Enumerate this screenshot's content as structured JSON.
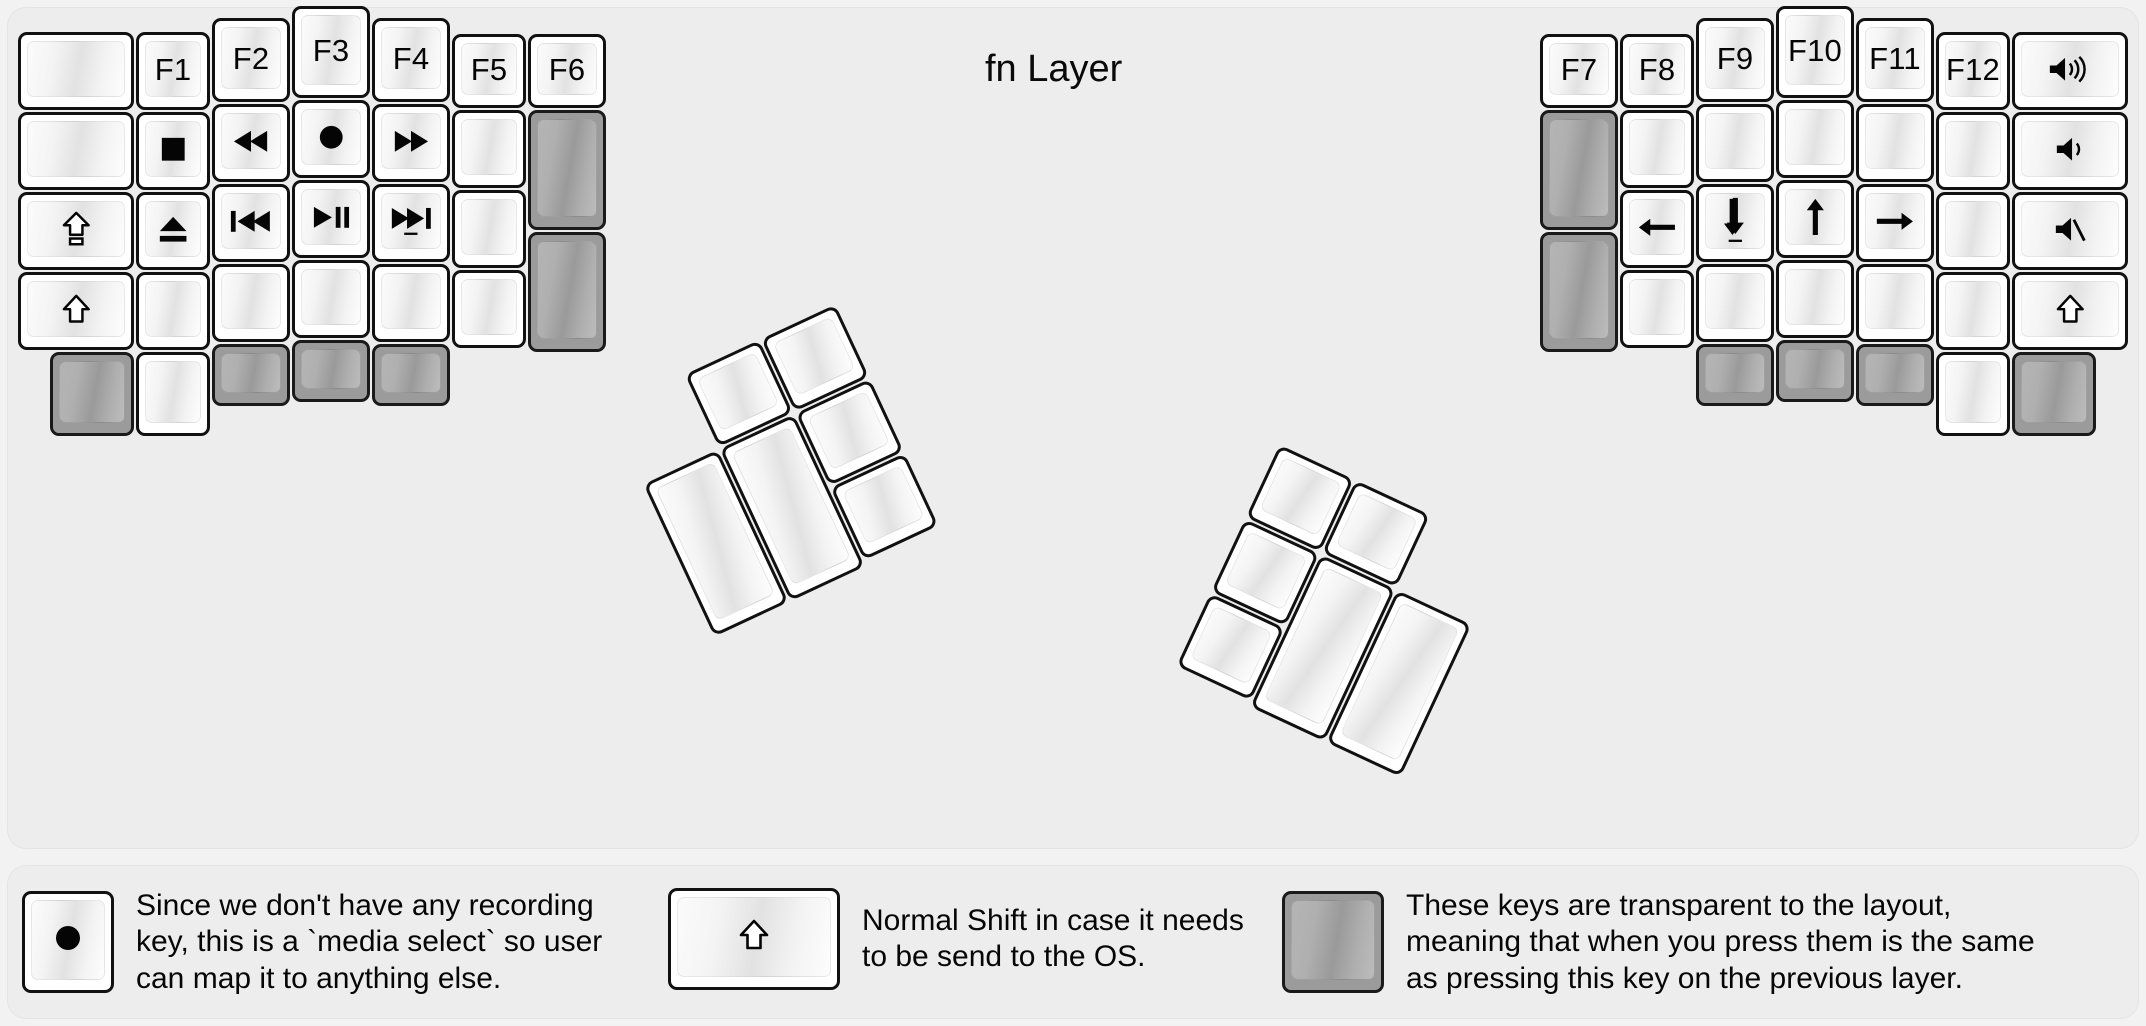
{
  "title": "fn Layer",
  "colors": {
    "page_background": "#f2f2f2",
    "panel_background": "#ededed",
    "key_outline": "#111111",
    "key_face_light": "#fdfdfd",
    "key_face_mid": "#e2e2e2",
    "transparent_key": "#9b9b9b",
    "legend_text": "#060606"
  },
  "left_half": {
    "name": "left-keyboard-half",
    "columns": [
      {
        "name": "pinky-outer-column",
        "keys": [
          {
            "label": "",
            "icon": "blank",
            "transparent": false
          },
          {
            "label": "",
            "icon": "blank",
            "transparent": false
          },
          {
            "label": "",
            "icon": "caps-lock-arrow-icon",
            "transparent": false
          },
          {
            "label": "",
            "icon": "shift-arrow-icon",
            "transparent": false
          },
          {
            "label": "",
            "icon": "transparent",
            "transparent": true
          }
        ]
      },
      {
        "name": "pinky-column",
        "keys": [
          {
            "label": "F1",
            "icon": "",
            "transparent": false
          },
          {
            "label": "",
            "icon": "media-stop-icon",
            "transparent": false
          },
          {
            "label": "",
            "icon": "media-eject-icon",
            "transparent": false
          },
          {
            "label": "",
            "icon": "blank",
            "transparent": false
          },
          {
            "label": "",
            "icon": "blank",
            "transparent": false
          }
        ]
      },
      {
        "name": "ring-column",
        "keys": [
          {
            "label": "F2",
            "icon": "",
            "transparent": false
          },
          {
            "label": "",
            "icon": "media-rewind-icon",
            "transparent": false
          },
          {
            "label": "",
            "icon": "media-previous-track-icon",
            "transparent": false
          },
          {
            "label": "",
            "icon": "blank",
            "transparent": false
          },
          {
            "label": "",
            "icon": "transparent",
            "transparent": true
          }
        ]
      },
      {
        "name": "middle-column",
        "keys": [
          {
            "label": "F3",
            "icon": "",
            "transparent": false
          },
          {
            "label": "",
            "icon": "media-record-icon",
            "transparent": false
          },
          {
            "label": "",
            "icon": "media-play-pause-icon",
            "transparent": false
          },
          {
            "label": "",
            "icon": "blank",
            "transparent": false
          },
          {
            "label": "",
            "icon": "transparent",
            "transparent": true
          }
        ]
      },
      {
        "name": "index-column",
        "keys": [
          {
            "label": "F4",
            "icon": "",
            "transparent": false
          },
          {
            "label": "",
            "icon": "media-fast-forward-icon",
            "transparent": false
          },
          {
            "label": "",
            "icon": "media-next-track-icon",
            "transparent": false
          },
          {
            "label": "",
            "icon": "blank",
            "transparent": false
          },
          {
            "label": "",
            "icon": "transparent",
            "transparent": true
          }
        ]
      },
      {
        "name": "index-inner-column",
        "keys": [
          {
            "label": "F5",
            "icon": "",
            "transparent": false
          },
          {
            "label": "",
            "icon": "blank",
            "transparent": false
          },
          {
            "label": "",
            "icon": "blank",
            "transparent": false
          },
          {
            "label": "",
            "icon": "blank",
            "transparent": false
          }
        ]
      },
      {
        "name": "inner-column",
        "keys": [
          {
            "label": "F6",
            "icon": "",
            "transparent": false
          },
          {
            "label": "",
            "icon": "transparent-tall",
            "transparent": true
          },
          {
            "label": "",
            "icon": "transparent-tall",
            "transparent": true
          }
        ]
      }
    ],
    "thumb_cluster": {
      "name": "left-thumb-cluster",
      "keys": [
        {
          "label": "",
          "icon": "blank",
          "size": "tall"
        },
        {
          "label": "",
          "icon": "blank",
          "size": "tall"
        },
        {
          "label": "",
          "icon": "blank",
          "size": "small"
        },
        {
          "label": "",
          "icon": "blank",
          "size": "small"
        },
        {
          "label": "",
          "icon": "blank",
          "size": "small"
        }
      ]
    }
  },
  "right_half": {
    "name": "right-keyboard-half",
    "columns": [
      {
        "name": "inner-column",
        "keys": [
          {
            "label": "F7",
            "icon": "",
            "transparent": false
          },
          {
            "label": "",
            "icon": "transparent-tall",
            "transparent": true
          },
          {
            "label": "",
            "icon": "transparent-tall",
            "transparent": true
          }
        ]
      },
      {
        "name": "index-inner-column",
        "keys": [
          {
            "label": "F8",
            "icon": "",
            "transparent": false
          },
          {
            "label": "",
            "icon": "blank",
            "transparent": false
          },
          {
            "label": "",
            "icon": "arrow-left-icon",
            "transparent": false
          },
          {
            "label": "",
            "icon": "blank",
            "transparent": false
          }
        ]
      },
      {
        "name": "index-column",
        "keys": [
          {
            "label": "F9",
            "icon": "",
            "transparent": false
          },
          {
            "label": "",
            "icon": "blank",
            "transparent": false
          },
          {
            "label": "",
            "icon": "arrow-down-icon",
            "transparent": false
          },
          {
            "label": "",
            "icon": "blank",
            "transparent": false
          },
          {
            "label": "",
            "icon": "transparent",
            "transparent": true
          }
        ]
      },
      {
        "name": "middle-column",
        "keys": [
          {
            "label": "F10",
            "icon": "",
            "transparent": false
          },
          {
            "label": "",
            "icon": "blank",
            "transparent": false
          },
          {
            "label": "",
            "icon": "arrow-up-icon",
            "transparent": false
          },
          {
            "label": "",
            "icon": "blank",
            "transparent": false
          },
          {
            "label": "",
            "icon": "transparent",
            "transparent": true
          }
        ]
      },
      {
        "name": "ring-column",
        "keys": [
          {
            "label": "F11",
            "icon": "",
            "transparent": false
          },
          {
            "label": "",
            "icon": "blank",
            "transparent": false
          },
          {
            "label": "",
            "icon": "arrow-right-icon",
            "transparent": false
          },
          {
            "label": "",
            "icon": "blank",
            "transparent": false
          },
          {
            "label": "",
            "icon": "transparent",
            "transparent": true
          }
        ]
      },
      {
        "name": "pinky-column",
        "keys": [
          {
            "label": "F12",
            "icon": "",
            "transparent": false
          },
          {
            "label": "",
            "icon": "blank",
            "transparent": false
          },
          {
            "label": "",
            "icon": "blank",
            "transparent": false
          },
          {
            "label": "",
            "icon": "blank",
            "transparent": false
          },
          {
            "label": "",
            "icon": "blank",
            "transparent": false
          }
        ]
      },
      {
        "name": "pinky-outer-column",
        "keys": [
          {
            "label": "",
            "icon": "volume-up-icon",
            "transparent": false
          },
          {
            "label": "",
            "icon": "volume-down-icon",
            "transparent": false
          },
          {
            "label": "",
            "icon": "volume-mute-icon",
            "transparent": false
          },
          {
            "label": "",
            "icon": "shift-arrow-icon",
            "transparent": false
          },
          {
            "label": "",
            "icon": "transparent",
            "transparent": true
          }
        ]
      }
    ],
    "thumb_cluster": {
      "name": "right-thumb-cluster",
      "keys": [
        {
          "label": "",
          "icon": "blank",
          "size": "tall"
        },
        {
          "label": "",
          "icon": "blank",
          "size": "tall"
        },
        {
          "label": "",
          "icon": "blank",
          "size": "small"
        },
        {
          "label": "",
          "icon": "blank",
          "size": "small"
        },
        {
          "label": "",
          "icon": "blank",
          "size": "small"
        }
      ]
    }
  },
  "legend": [
    {
      "name": "legend-media-select",
      "icon": "media-record-icon",
      "transparent": false,
      "text": "Since we don't have any recording\nkey, this is a `media select` so user\ncan map it to anything else."
    },
    {
      "name": "legend-normal-shift",
      "icon": "shift-arrow-icon",
      "transparent": false,
      "text": "Normal Shift in case it needs\nto be send to the OS."
    },
    {
      "name": "legend-transparent-keys",
      "icon": "transparent",
      "transparent": true,
      "text": "These keys are transparent to the layout,\nmeaning that when you press them is the same\nas pressing this key on the previous layer."
    }
  ]
}
